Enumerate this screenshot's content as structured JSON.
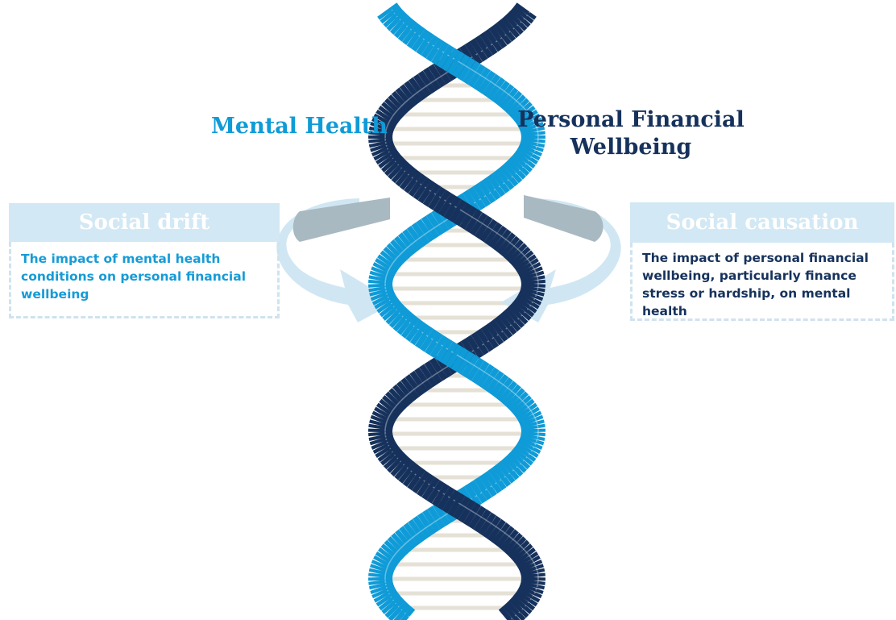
{
  "diagram": {
    "strand_left_label": "Mental Health",
    "strand_right_label": "Personal Financial Wellbeing",
    "social_drift": {
      "title": "Social drift",
      "description": "The impact of mental health conditions on personal financial wellbeing"
    },
    "social_causation": {
      "title": "Social causation",
      "description": "The impact of personal financial wellbeing, particularly finance stress or hardship, on mental health"
    },
    "colors": {
      "mental_health": "#0f9bd7",
      "financial": "#16325c",
      "panel_header": "#d2e8f4",
      "arrow": "#cbe4f2"
    }
  }
}
